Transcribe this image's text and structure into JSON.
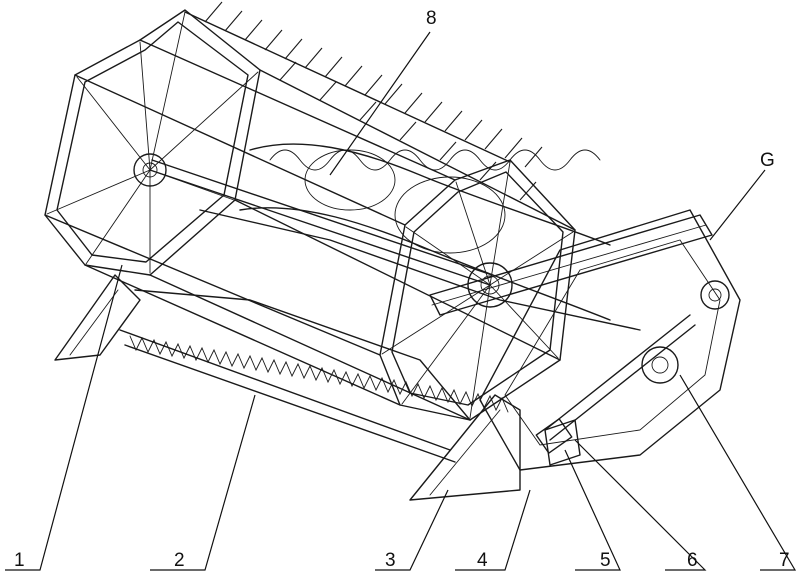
{
  "diagram": {
    "callouts": [
      {
        "label": "1"
      },
      {
        "label": "2"
      },
      {
        "label": "3"
      },
      {
        "label": "4"
      },
      {
        "label": "5"
      },
      {
        "label": "6"
      },
      {
        "label": "7"
      },
      {
        "label": "8"
      },
      {
        "label": "G"
      }
    ]
  }
}
